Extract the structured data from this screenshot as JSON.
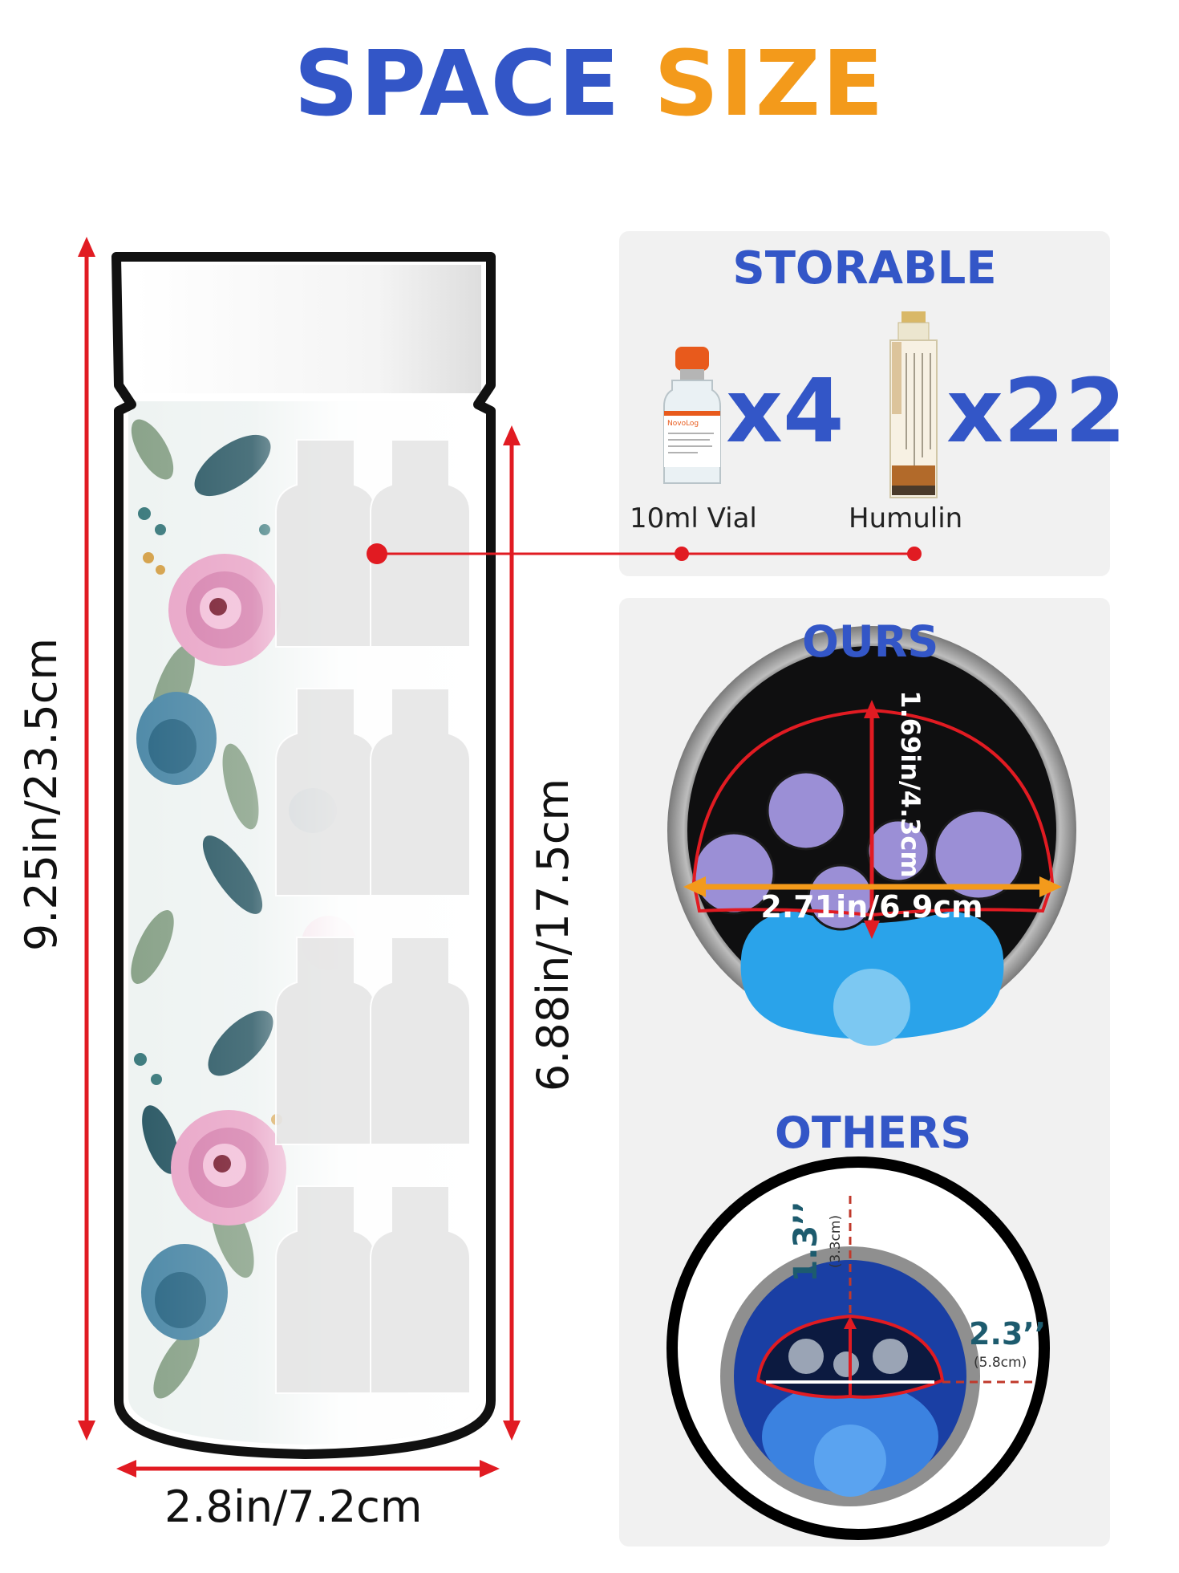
{
  "title": {
    "word1": "SPACE",
    "word2": "SIZE"
  },
  "bottle": {
    "height_label": "9.25in/23.5cm",
    "inner_height_label": "6.88in/17.5cm",
    "width_label": "2.8in/7.2cm"
  },
  "storable": {
    "heading": "STORABLE",
    "vial": {
      "count": "x4",
      "caption": "10ml Vial",
      "brand": "NovoLog"
    },
    "humulin": {
      "count": "x22",
      "caption": "Humulin"
    }
  },
  "ours": {
    "heading": "OURS",
    "depth_label": "1.69in/4.3cm",
    "width_label": "2.71in/6.9cm"
  },
  "others": {
    "heading": "OTHERS",
    "depth_label": "1.3’’",
    "depth_sub": "(3.3cm)",
    "width_label": "2.3’’",
    "width_sub": "(5.8cm)"
  },
  "colors": {
    "blue": "#3356c7",
    "orange": "#f39a1b",
    "red": "#e11b22",
    "panel": "#f1f1f1"
  },
  "icons": [
    "bottle-outline",
    "vial-photo",
    "humulin-photo",
    "ours-topview",
    "others-topview"
  ]
}
